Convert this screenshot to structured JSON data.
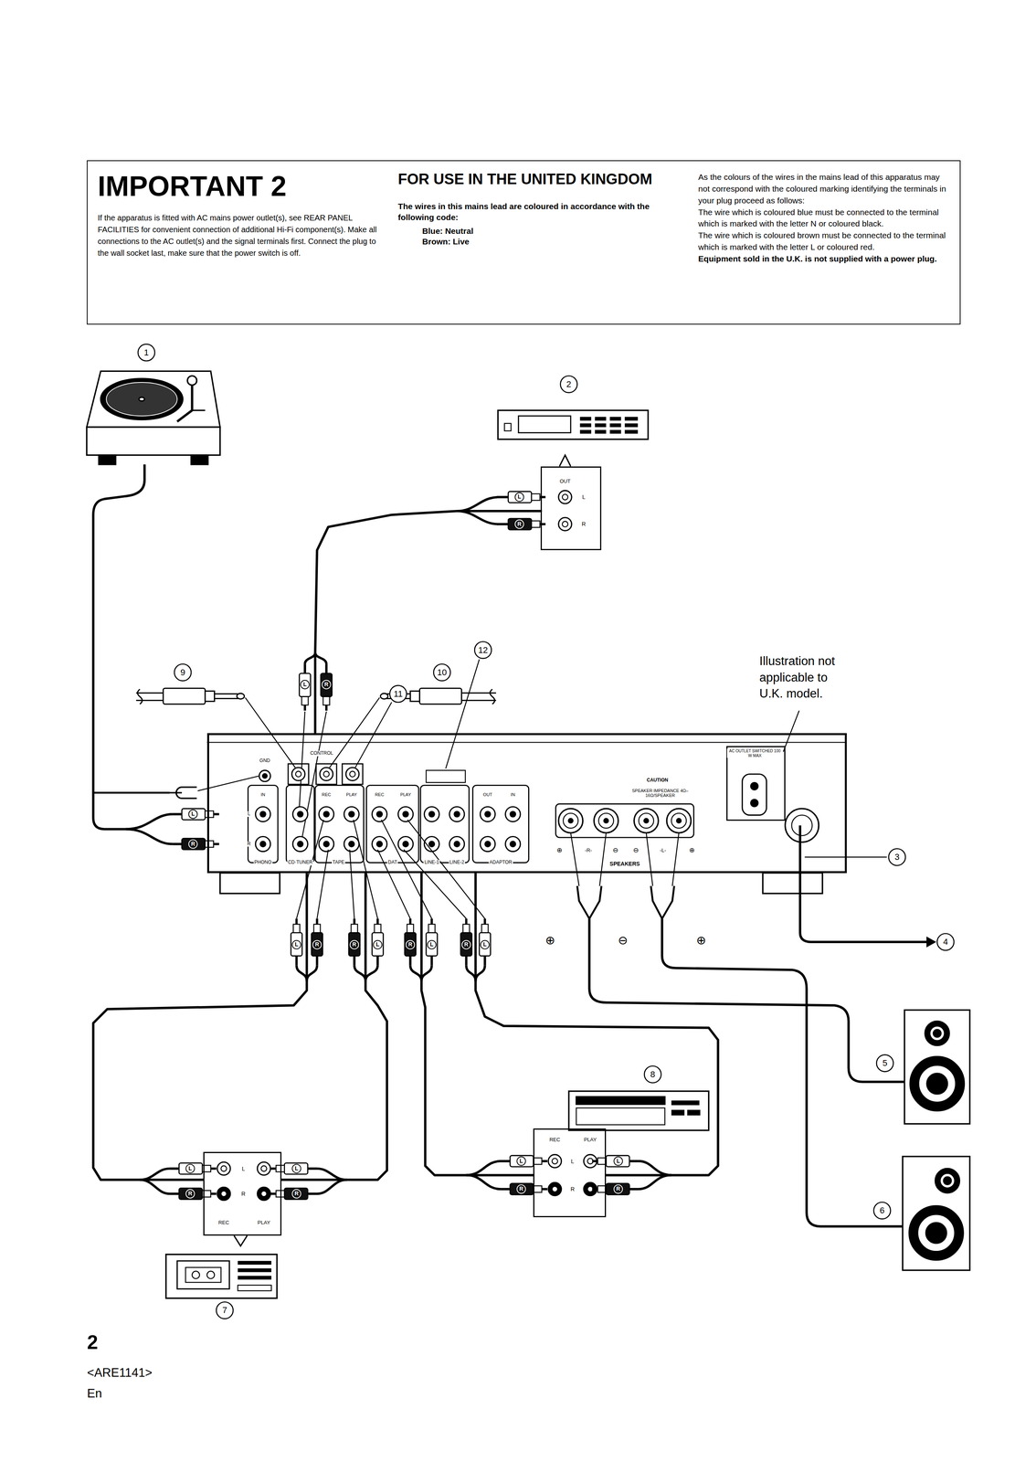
{
  "diagram": {
    "nodes": [
      {
        "text": [
          "IMPORTANT 2",
          "If the apparatus is fitted with AC mains power outlet(s), see REAR PANEL FACILITIES for convenient connection of additional Hi-Fi component(s). Make all connections to the AC outlet(s) and the signal terminals first. Connect the plug to the wall socket last, make sure that the power switch is off.",
          "FOR USE IN THE UNITED KINGDOM",
          "The wires in this mains lead are coloured in accordance with the following code:",
          "Blue: Neutral",
          "Brown: Live",
          "As the colours of the wires in the mains lead of this apparatus may not correspond with the coloured marking identifying the terminals in your plug proceed as follows:",
          "The wire which is coloured blue must be connected to the terminal which is marked with the letter N or coloured black.",
          "The wire which is coloured brown must be connected to the terminal which is marked with the letter L or coloured red.",
          "Equipment sold in the U.K. is not supplied with a power plug."
        ]
      },
      {
        "text": [
          "OUT",
          "L",
          "R"
        ]
      },
      {
        "text": [
          "GND",
          "CONTROL",
          "IN",
          "L",
          "R",
          "REC",
          "PLAY",
          "REC",
          "PLAY",
          "OUT",
          "IN",
          "PHONO",
          "CD·TUNER",
          "TAPE",
          "DAT",
          "LINE-1",
          "LINE-2",
          "ADAPTOR",
          "CAUTION",
          "SPEAKER IMPEDANCE 4Ω–16Ω/SPEAKER",
          "⊕",
          "-R-",
          "⊖",
          "⊖",
          "-L-",
          "⊕",
          "SPEAKERS"
        ]
      },
      {
        "text": [
          "AC OUTLET SWITCHED 100 W MAX"
        ],
        "in": 2
      },
      {
        "text": [
          "REC",
          "PLAY",
          "L",
          "R"
        ]
      },
      {
        "text": [
          "L",
          "R",
          "REC",
          "PLAY"
        ]
      }
    ],
    "edges": [
      {
        "from": 1,
        "to": 2,
        "arrow": "none"
      },
      {
        "from": 2,
        "to": 5,
        "arrow": "none"
      },
      {
        "from": 2,
        "to": 5,
        "arrow": "none"
      },
      {
        "from": 2,
        "to": 4,
        "arrow": "none"
      },
      {
        "from": 2,
        "to": 4,
        "arrow": "none"
      }
    ],
    "labels": [
      "1",
      "2",
      "L",
      "R",
      "9",
      "10",
      "12",
      "11",
      "Illustration not applicable to U.K. model.",
      "L",
      "R",
      "L",
      "R",
      "3",
      "L",
      "R",
      "R",
      "L",
      "R",
      "L",
      "R",
      "L",
      "⊕",
      "⊖",
      "⊕",
      "4",
      "5",
      "8",
      "L",
      "R",
      "L",
      "R",
      "L",
      "R",
      "L",
      "R",
      "6",
      "7",
      "2",
      "<ARE1141>",
      "En"
    ]
  }
}
